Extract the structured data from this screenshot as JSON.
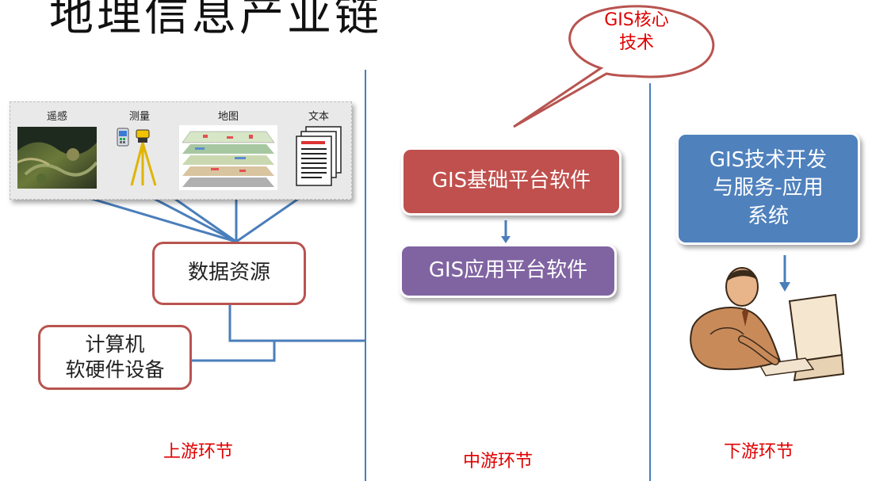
{
  "title": "地理信息产业链",
  "sources": {
    "remote_sensing": "遥感",
    "surveying": "测量",
    "map": "地图",
    "text": "文本"
  },
  "upstream": {
    "data_resources": "数据资源",
    "hardware_line1": "计算机",
    "hardware_line2": "软硬件设备",
    "stage_label": "上游环节"
  },
  "midstream": {
    "callout_line1": "GIS核心",
    "callout_line2": "技术",
    "base_platform": "GIS基础平台软件",
    "app_platform": "GIS应用平台软件",
    "stage_label": "中游环节"
  },
  "downstream": {
    "dev_line1": "GIS技术开发",
    "dev_line2": "与服务-应用",
    "dev_line3": "系统",
    "stage_label": "下游环节"
  },
  "colors": {
    "connector": "#4a7ebb",
    "red_box": "#c0504d",
    "purple_box": "#8064a2",
    "blue_box": "#4f81bd",
    "stage_text": "#e00000"
  }
}
